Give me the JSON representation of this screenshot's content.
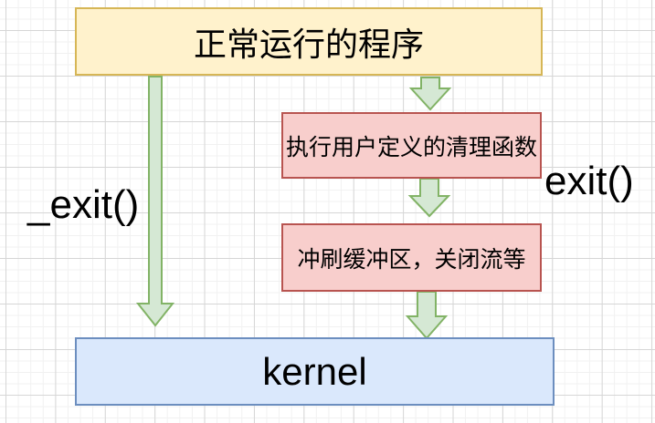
{
  "diagram": {
    "program_box": {
      "label": "正常运行的程序"
    },
    "cleanup_box": {
      "label": "执行用户定义的清理函数"
    },
    "flush_box": {
      "label": "冲刷缓冲区，关闭流等"
    },
    "kernel_box": {
      "label": "kernel"
    },
    "left_path_label": "_exit()",
    "right_path_label": "exit()",
    "arrows": [
      {
        "name": "underscore-exit-arrow",
        "from": "program_box",
        "to": "kernel_box"
      },
      {
        "name": "exit-step-arrow-1",
        "from": "program_box",
        "to": "cleanup_box"
      },
      {
        "name": "exit-step-arrow-2",
        "from": "cleanup_box",
        "to": "flush_box"
      },
      {
        "name": "exit-step-arrow-3",
        "from": "flush_box",
        "to": "kernel_box"
      }
    ],
    "colors": {
      "program_fill": "#FFF2CC",
      "program_border": "#D6B656",
      "cleanup_fill": "#F8CECC",
      "cleanup_border": "#B85450",
      "kernel_fill": "#DAE8FC",
      "kernel_border": "#6C8EBF",
      "arrow_fill": "#D5E8D4",
      "arrow_border": "#82B366",
      "grid_minor": "#F1F1F1",
      "grid_major": "#D6D6D6",
      "text": "#000000"
    }
  }
}
